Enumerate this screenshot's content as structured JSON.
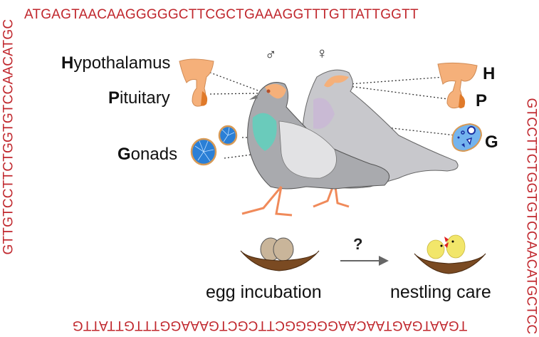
{
  "sequences": {
    "top": "ATGAGTAACAAGGGGGCTTCGCTGAAAGGTTTGTTATTGGTT",
    "bottom": "TGAATGAGTAACAAGGGGGCTTCGCTGAAAGGTTTGTTATTG",
    "left": "GTTGTCCTTCTGGTGTCCAACATGC",
    "right": "GTCCTTCTGGTGTCCAACATGCTCC",
    "color": "#c0272d"
  },
  "left_labels": {
    "hypothalamus": {
      "initial": "H",
      "rest": "ypothalamus"
    },
    "pituitary": {
      "initial": "P",
      "rest": "ituitary"
    },
    "gonads": {
      "initial": "G",
      "rest": "onads"
    }
  },
  "right_labels": {
    "h": "H",
    "p": "P",
    "g": "G"
  },
  "sex_symbols": {
    "male": "♂",
    "female": "♀"
  },
  "transition": {
    "question": "?",
    "from_caption": "egg incubation",
    "to_caption": "nestling care"
  },
  "colors": {
    "brain_orange": "#f5b07a",
    "pituitary_dark": "#e07a2a",
    "gonad_blue": "#2a7fd6",
    "nest_brown": "#7a4a22",
    "egg_tan": "#c9b59a",
    "chick_yellow": "#f2e66a",
    "arrow_gray": "#666666"
  }
}
